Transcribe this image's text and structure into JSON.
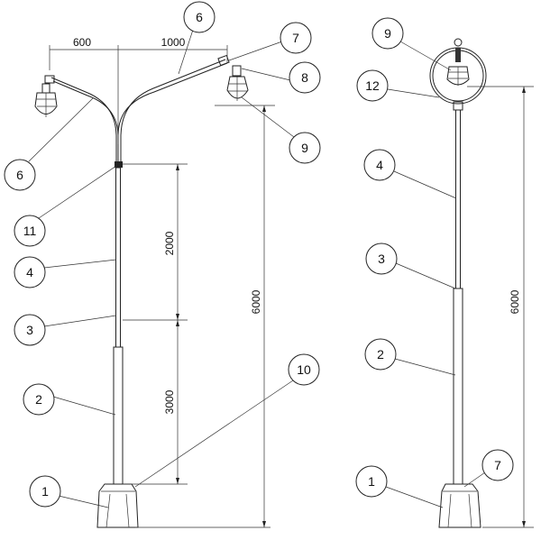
{
  "left_view": {
    "callouts": [
      "6",
      "7",
      "8",
      "9",
      "6",
      "11",
      "4",
      "3",
      "2",
      "10",
      "1"
    ],
    "dimensions": {
      "arm_left": "600",
      "arm_right": "1000",
      "upper": "2000",
      "lower": "3000",
      "total": "6000"
    }
  },
  "right_view": {
    "callouts": [
      "9",
      "12",
      "4",
      "3",
      "2",
      "1",
      "7"
    ],
    "dimensions": {
      "total": "6000"
    }
  }
}
